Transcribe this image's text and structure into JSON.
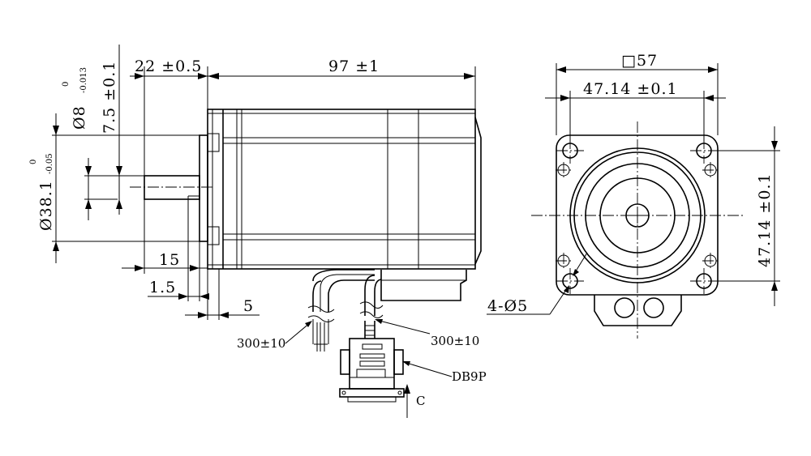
{
  "side_view": {
    "length": "97 ±1",
    "shaft_offset": "22 ±0.5",
    "shaft_tol": "7.5 ±0.1",
    "shaft_dia": "Ø8",
    "shaft_dia_tol_upper": "0",
    "shaft_dia_tol_lower": "-0.013",
    "pilot_dia": "Ø38.1",
    "pilot_tol_upper": "0",
    "pilot_tol_lower": "-0.05",
    "shaft_length": "15",
    "pilot_depth": "1.5",
    "flange": "5",
    "cable1": "300±10",
    "cable2": "300±10",
    "connector": "DB9P",
    "view_mark": "C"
  },
  "front_view": {
    "square": "□57",
    "hole_spacing_h": "47.14 ±0.1",
    "hole_spacing_v": "47.14 ±0.1",
    "holes": "4-Ø5"
  }
}
